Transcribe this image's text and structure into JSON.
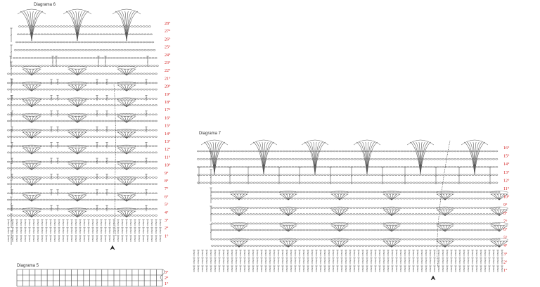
{
  "diagram6": {
    "title": "Diagrama 6",
    "row_labels": [
      "28°",
      "27°",
      "26°",
      "25°",
      "24°",
      "23°",
      "22°",
      "21°",
      "20°",
      "19°",
      "18°",
      "17°",
      "16°",
      "15°",
      "14°",
      "13°",
      "12°",
      "11°",
      "10°",
      "9°",
      "8°",
      "7°",
      "6°",
      "5°",
      "4°",
      "3°",
      "2°",
      "1°"
    ]
  },
  "diagram7": {
    "title": "Diagrama 7",
    "row_labels": [
      "16°",
      "15°",
      "14°",
      "13°",
      "12°",
      "11°",
      "10°",
      "9°",
      "8°",
      "7°",
      "6°",
      "5°",
      "4°",
      "3°",
      "2°",
      "1°"
    ]
  },
  "diagram5": {
    "title": "Diagrama 5",
    "row_labels": [
      "3°",
      "2°",
      "1°"
    ]
  },
  "colors": {
    "symbol": "#555555",
    "row_label": "#d21b1b",
    "grid": "#444444"
  }
}
